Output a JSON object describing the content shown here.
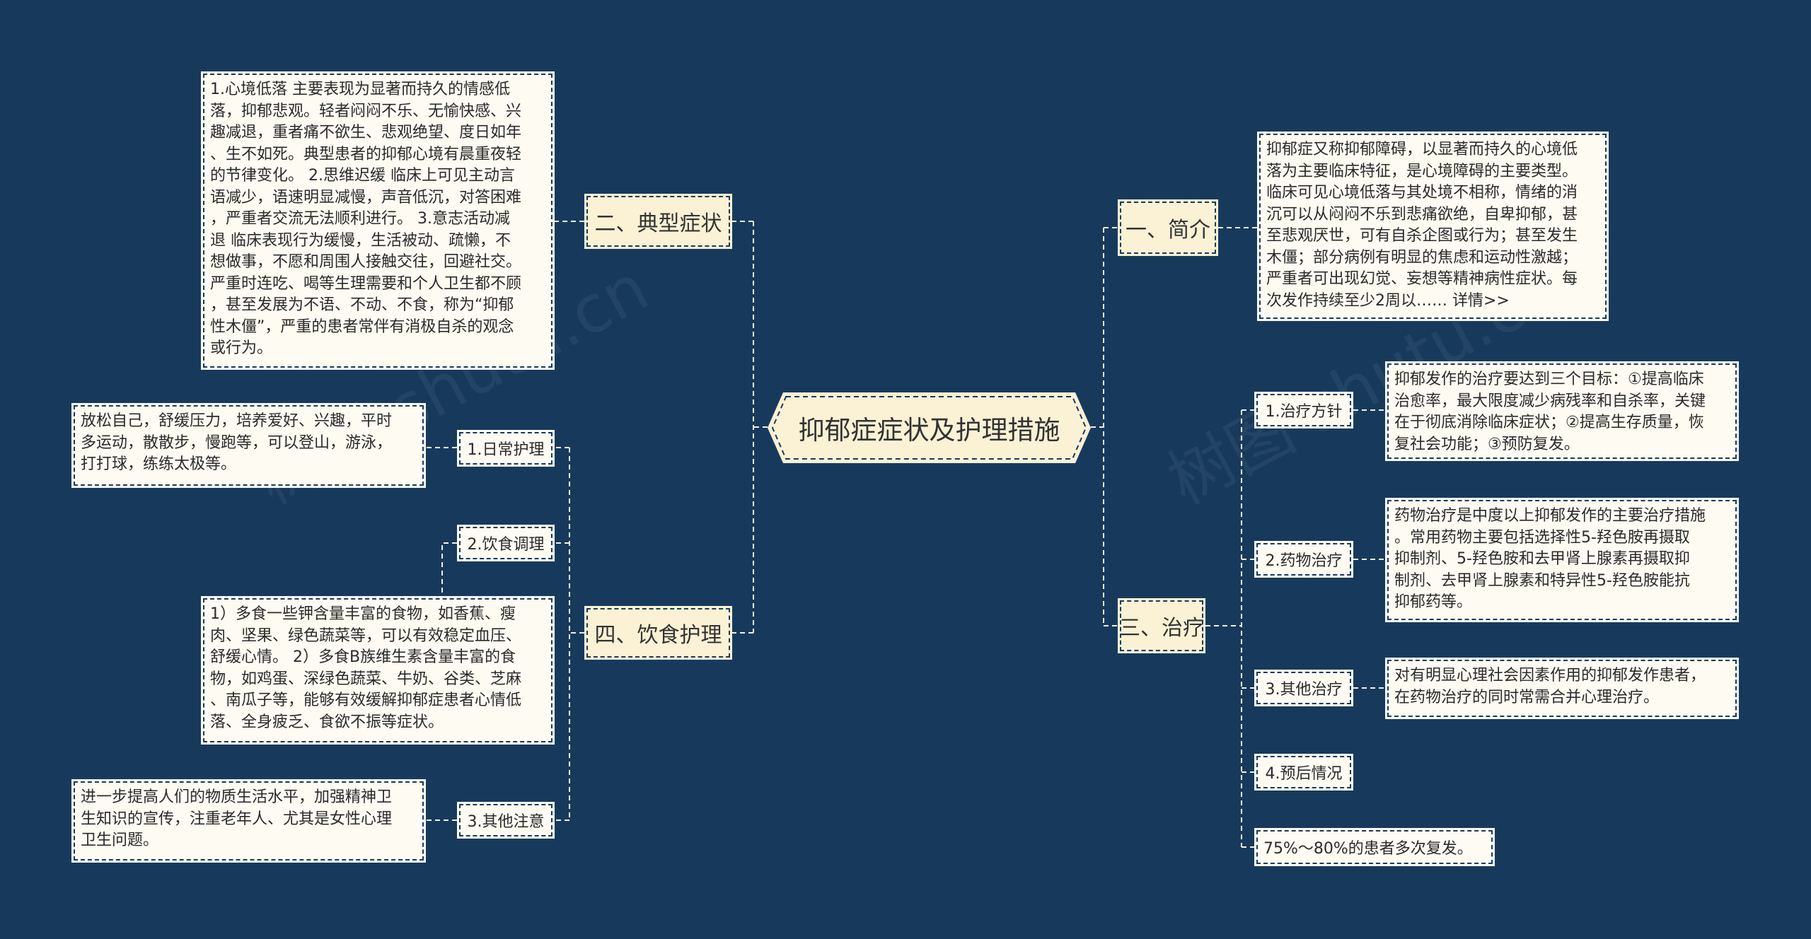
{
  "root": "抑郁症症状及护理措施",
  "branches": {
    "intro": "一、简介",
    "symptoms": "二、典型症状",
    "treatment": "三、治疗",
    "diet": "四、饮食护理"
  },
  "intro_text": "抑郁症又称抑郁障碍，以显著而持久的心境低\n落为主要临床特征，是心境障碍的主要类型。\n临床可见心境低落与其处境不相称，情绪的消\n沉可以从闷闷不乐到悲痛欲绝，自卑抑郁，甚\n至悲观厌世，可有自杀企图或行为；甚至发生\n木僵；部分病例有明显的焦虑和运动性激越；\n严重者可出现幻觉、妄想等精神病性症状。每\n次发作持续至少2周以…… 详情>>",
  "symptoms_text": "1.心境低落 主要表现为显著而持久的情感低\n落，抑郁悲观。轻者闷闷不乐、无愉快感、兴\n趣减退，重者痛不欲生、悲观绝望、度日如年\n、生不如死。典型患者的抑郁心境有晨重夜轻\n的节律变化。 2.思维迟缓 临床上可见主动言\n语减少，语速明显减慢，声音低沉，对答困难\n，严重者交流无法顺利进行。 3.意志活动减\n退 临床表现行为缓慢，生活被动、疏懒，不\n想做事，不愿和周围人接触交往，回避社交。\n严重时连吃、喝等生理需要和个人卫生都不顾\n，甚至发展为不语、不动、不食，称为“抑郁\n性木僵”，严重的患者常伴有消极自杀的观念\n或行为。",
  "treatment": {
    "t1_label": "1.治疗方针",
    "t1_text": "抑郁发作的治疗要达到三个目标：①提高临床\n治愈率，最大限度减少病残率和自杀率，关键\n在于彻底消除临床症状；②提高生存质量，恢\n复社会功能；③预防复发。",
    "t2_label": "2.药物治疗",
    "t2_text": "药物治疗是中度以上抑郁发作的主要治疗措施\n。常用药物主要包括选择性5-羟色胺再摄取\n抑制剂、5-羟色胺和去甲肾上腺素再摄取抑\n制剂、去甲肾上腺素和特异性5-羟色胺能抗\n抑郁药等。",
    "t3_label": "3.其他治疗",
    "t3_text": "对有明显心理社会因素作用的抑郁发作患者，\n在药物治疗的同时常需合并心理治疗。",
    "t4_label": "4.预后情况",
    "t5_text": "75%～80%的患者多次复发。"
  },
  "diet": {
    "d1_label": "1.日常护理",
    "d1_text": "放松自己，舒缓压力，培养爱好、兴趣，平时\n多运动，散散步，慢跑等，可以登山，游泳，\n打打球，练练太极等。",
    "d2_label": "2.饮食调理",
    "d2_text": "1）多食一些钾含量丰富的食物，如香蕉、瘦\n肉、坚果、绿色蔬菜等，可以有效稳定血压、\n舒缓心情。 2）多食B族维生素含量丰富的食\n物，如鸡蛋、深绿色蔬菜、牛奶、谷类、芝麻\n、南瓜子等，能够有效缓解抑郁症患者心情低\n落、全身疲乏、食欲不振等症状。",
    "d3_label": "3.其他注意",
    "d3_text": "进一步提高人们的物质生活水平，加强精神卫\n生知识的宣传，注重老年人、尤其是女性心理\n卫生问题。"
  },
  "watermarks": [
    "树图 shutu.cn",
    "树图 shutu.cn"
  ],
  "colors": {
    "background": "#173a5c",
    "branch": "#fbf1d4",
    "leaf": "#fdfbf2",
    "line": "#f3f0e6"
  }
}
